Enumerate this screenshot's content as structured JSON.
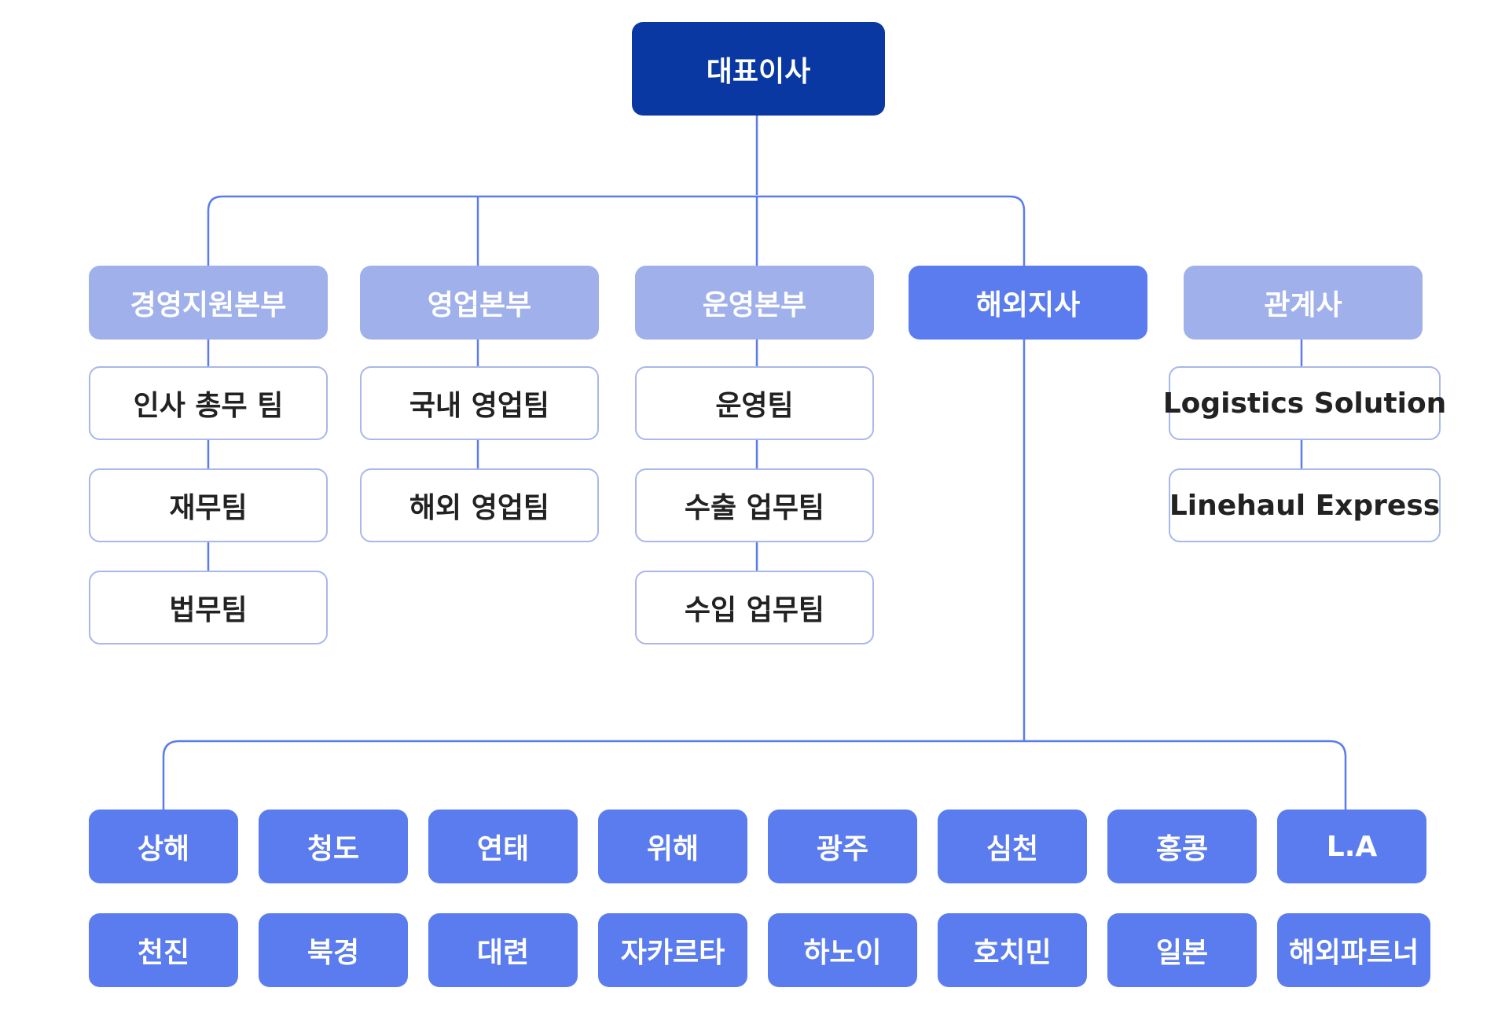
{
  "ceo": "대표이사",
  "divisions": [
    {
      "label": "경영지원본부",
      "teams": [
        "인사 총무 팀",
        "재무팀",
        "법무팀"
      ]
    },
    {
      "label": "영업본부",
      "teams": [
        "국내 영업팀",
        "해외 영업팀"
      ]
    },
    {
      "label": "운영본부",
      "teams": [
        "운영팀",
        "수출 업무팀",
        "수입 업무팀"
      ]
    },
    {
      "label": "해외지사",
      "teams": []
    },
    {
      "label": "관계사",
      "teams": [
        "Logistics Solution",
        "Linehaul Express"
      ]
    }
  ],
  "branches": [
    [
      "상해",
      "청도",
      "연태",
      "위해",
      "광주",
      "심천",
      "홍콩",
      "L.A"
    ],
    [
      "천진",
      "북경",
      "대련",
      "자카르타",
      "하노이",
      "호치민",
      "일본",
      "해외파트너"
    ]
  ],
  "colors": {
    "ceo": "#0a38a3",
    "division_muted": "#a0b0ea",
    "division_active": "#5b7cee",
    "branch": "#5b7cee",
    "connector": "#5b7cee",
    "team_border": "#a9b7ea"
  }
}
